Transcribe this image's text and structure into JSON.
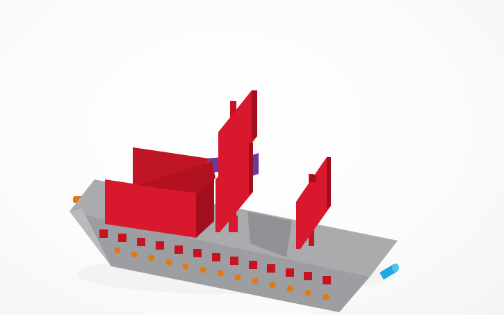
{
  "scene": {
    "subject": "ship-3d-model",
    "colors": {
      "background": "#ffffff",
      "hull_top": "#a9abad",
      "hull_side": "#9a9c9f",
      "hull_shadow": "#8a8c8f",
      "sail_red": "#d8182c",
      "sail_red_dark": "#a10f1f",
      "sail_red_light": "#e8303f",
      "cannon_orange": "#e07a10",
      "cannon_red": "#c8121f",
      "mast_purple": "#6a3a9c",
      "cannon_blue": "#1fa8e0"
    },
    "icons": [
      "cube-icon",
      "sail-icon",
      "cannon-icon"
    ],
    "cannon_ports_count": 13,
    "portholes_count": 13
  }
}
